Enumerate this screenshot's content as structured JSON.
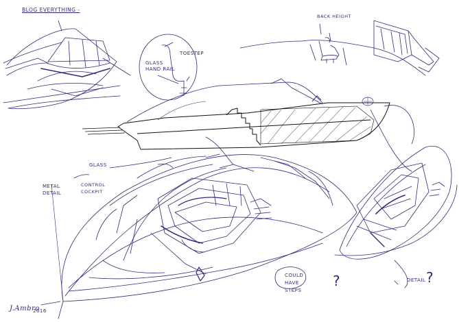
{
  "page": {
    "ink_color": "#2b2a8c",
    "paper_color": "#ffffff",
    "hull_stroke_color": "#111111"
  },
  "annotations": {
    "title": "BLOG EVERYTHING -",
    "glass_handrail": "GLASS HAND RAIL",
    "toe_step": "TOESTEP",
    "back_height": "BACK HEIGHT",
    "glass": "GLASS",
    "metal_detail": "METAL DETAIL",
    "control_cockpit": "CONTROL COCKPIT",
    "could_have_steps": "COULD HAVE STEPS",
    "question_mark": "?",
    "detail": "DETAIL",
    "detail_question": "?"
  },
  "signature": {
    "name": "J.Ambro",
    "year": "2016"
  }
}
